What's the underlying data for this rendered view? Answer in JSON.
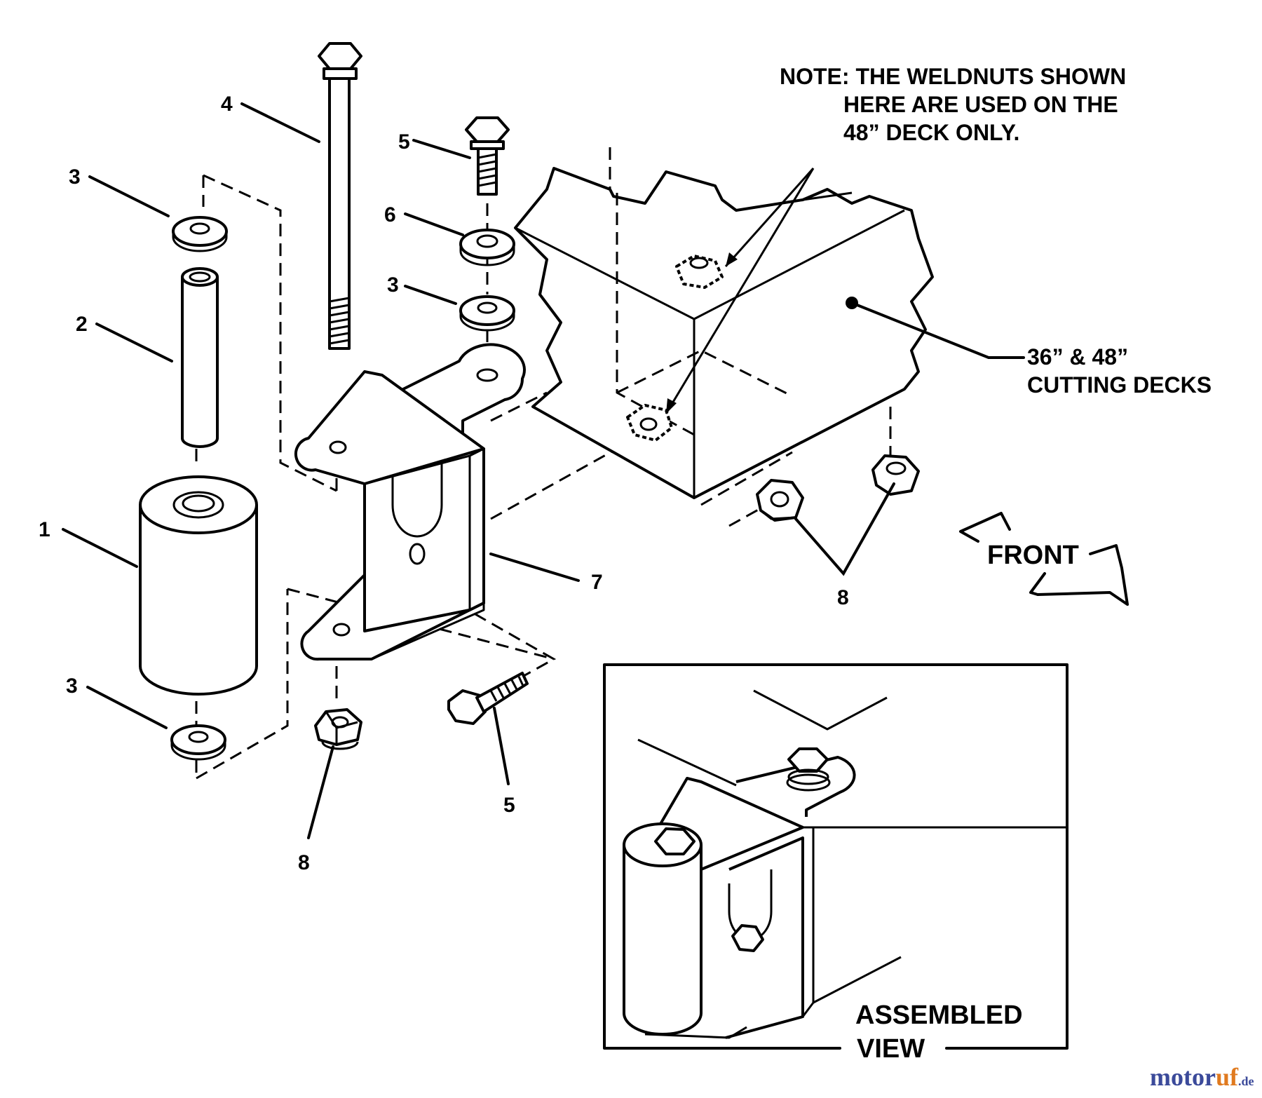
{
  "note": {
    "line1": "NOTE: THE WELDNUTS SHOWN",
    "line2": "HERE ARE USED ON THE",
    "line3": "48” DECK ONLY."
  },
  "deck_label": {
    "line1": "36” & 48”",
    "line2": "CUTTING DECKS"
  },
  "front_label": "FRONT",
  "assembled_label": {
    "line1": "ASSEMBLED",
    "line2": "VIEW"
  },
  "callouts": {
    "c1": "1",
    "c2": "2",
    "c3_top": "3",
    "c3_mid": "3",
    "c3_bot": "3",
    "c4": "4",
    "c5_top": "5",
    "c5_bot": "5",
    "c6": "6",
    "c7": "7",
    "c8_left": "8",
    "c8_right": "8"
  },
  "watermark": {
    "part1": "motor",
    "part2": "uf",
    "suffix": ".de",
    "color_main": "#3b4a9a",
    "color_accent": "#e07a1f"
  }
}
